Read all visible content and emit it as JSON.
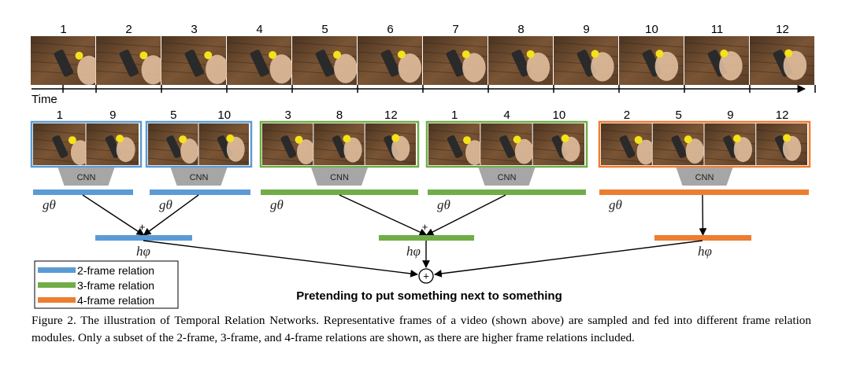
{
  "timeline": {
    "frame_numbers": [
      "1",
      "2",
      "3",
      "4",
      "5",
      "6",
      "7",
      "8",
      "9",
      "10",
      "11",
      "12"
    ],
    "axis_label": "Time"
  },
  "relation_groups": [
    {
      "frames": [
        "1",
        "9"
      ],
      "type": "2-frame",
      "cnn_label": "CNN",
      "g_label": "gθ"
    },
    {
      "frames": [
        "5",
        "10"
      ],
      "type": "2-frame",
      "cnn_label": "CNN",
      "g_label": "gθ"
    },
    {
      "frames": [
        "3",
        "8",
        "12"
      ],
      "type": "3-frame",
      "cnn_label": "CNN",
      "g_label": "gθ"
    },
    {
      "frames": [
        "1",
        "4",
        "10"
      ],
      "type": "3-frame",
      "cnn_label": "CNN",
      "g_label": "gθ"
    },
    {
      "frames": [
        "2",
        "5",
        "9",
        "12"
      ],
      "type": "4-frame",
      "cnn_label": "CNN",
      "g_label": "gθ"
    }
  ],
  "aggregators": [
    {
      "label": "hφ",
      "plus": "+"
    },
    {
      "label": "hφ",
      "plus": "+"
    },
    {
      "label": "hφ",
      "plus": ""
    }
  ],
  "sum_symbol": "+",
  "legend": [
    {
      "label": "2-frame relation",
      "color": "#5b9bd5"
    },
    {
      "label": "3-frame relation",
      "color": "#70ad47"
    },
    {
      "label": "4-frame relation",
      "color": "#ed7d31"
    }
  ],
  "predicted_label": "Pretending to put something next to something",
  "caption": "Figure 2. The illustration of Temporal Relation Networks. Representative frames of a video (shown above) are sampled and fed into different frame relation modules. Only a subset of the 2-frame, 3-frame, and 4-frame relations are shown, as there are higher frame relations included.",
  "colors": {
    "two_frame": "#5b9bd5",
    "three_frame": "#70ad47",
    "four_frame": "#ed7d31",
    "cnn_fill": "#a6a6a6",
    "wood": "#6b4a2e"
  }
}
